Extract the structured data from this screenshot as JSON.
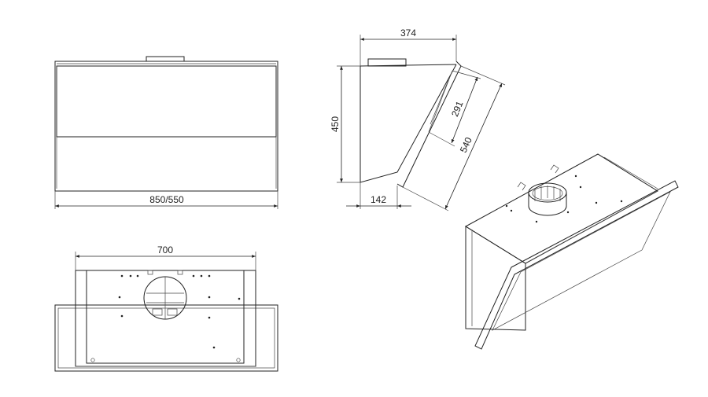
{
  "dimensions": {
    "width_front": "850/550",
    "top_depth": "374",
    "height": "450",
    "glass_inner": "291",
    "glass_length": "540",
    "base_depth": "142",
    "width_bottom": "700"
  }
}
